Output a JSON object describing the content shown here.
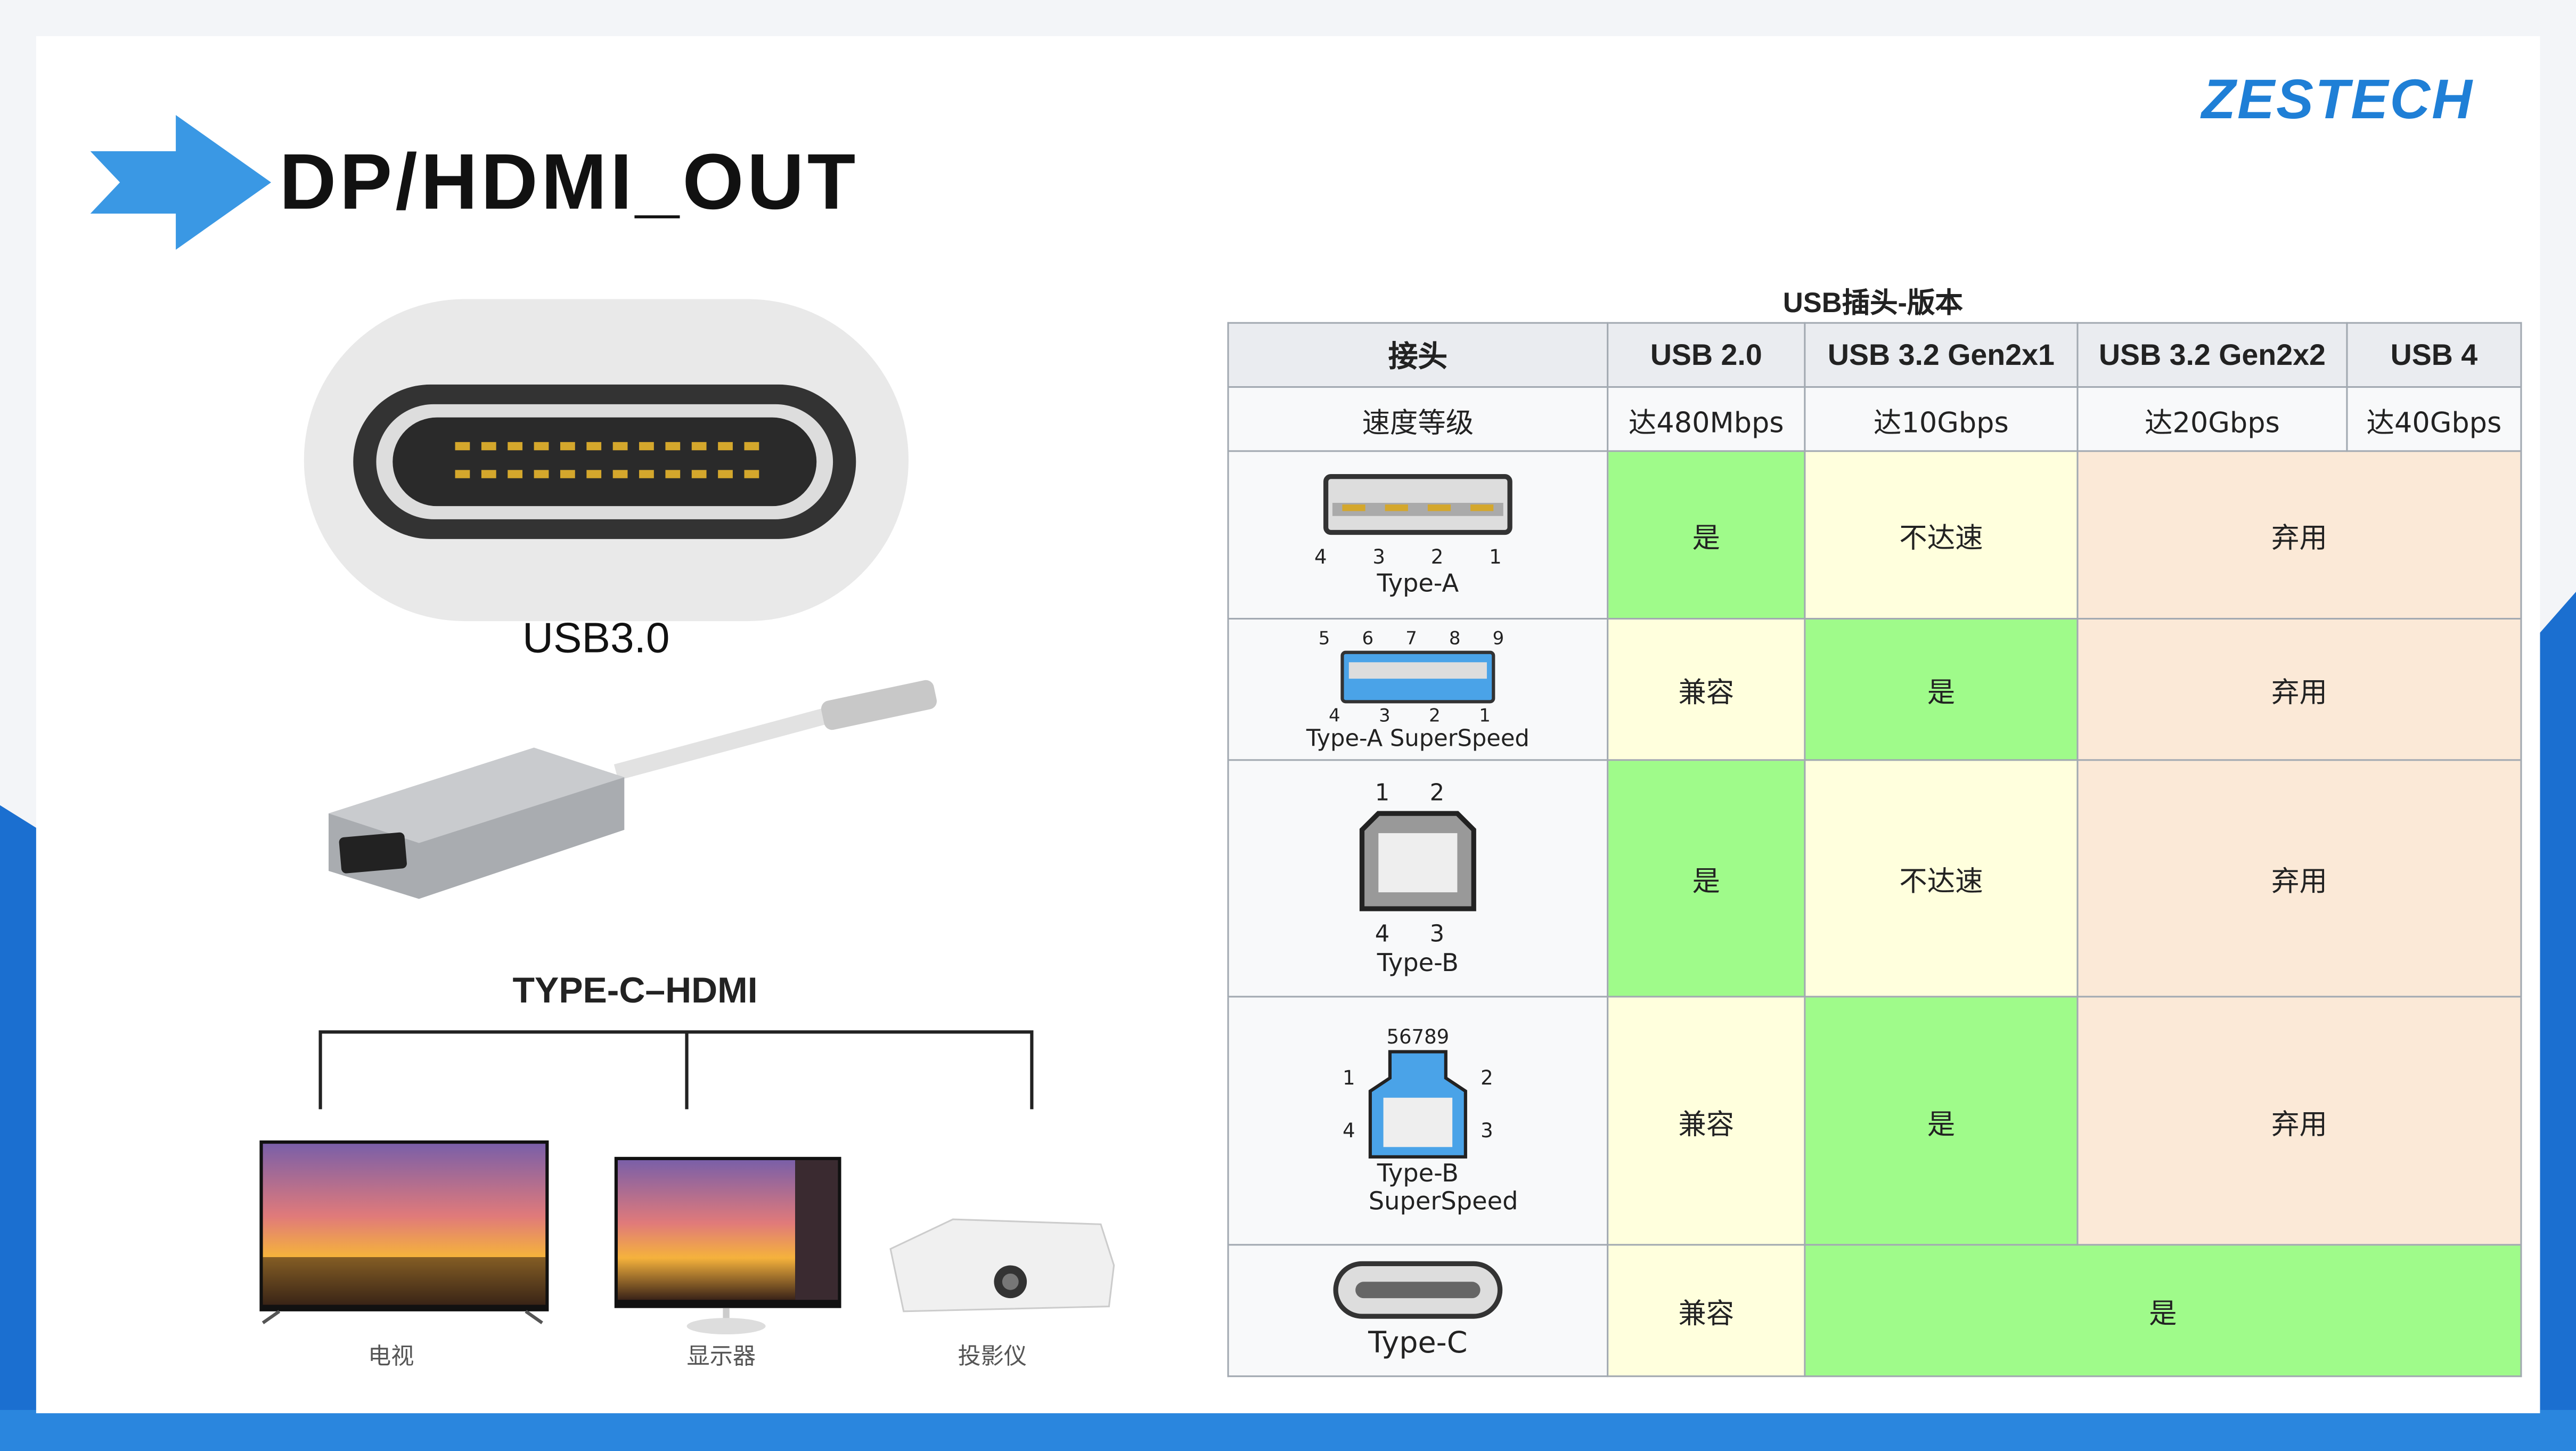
{
  "title": "DP/HDMI_OUT",
  "brand": "ZESTECH",
  "left": {
    "port_label": "USB3.0",
    "diagram_title": "TYPE-C–HDMI",
    "devices": [
      "电视",
      "显示器",
      "投影仪"
    ]
  },
  "table": {
    "caption": "USB插头-版本",
    "headers": [
      "接头",
      "USB 2.0",
      "USB 3.2 Gen2x1",
      "USB 3.2 Gen2x2",
      "USB 4"
    ],
    "speed": [
      "速度等级",
      "达480Mbps",
      "达10Gbps",
      "达20Gbps",
      "达40Gbps"
    ],
    "rows": [
      {
        "name": "Type-A",
        "pins_bottom": "4 3 2 1",
        "cells": [
          "是",
          "不达速",
          "弃用"
        ]
      },
      {
        "name": "Type-A SuperSpeed",
        "pins_top": "5 6 7 8 9",
        "pins_bottom": "4 3 2 1",
        "cells": [
          "兼容",
          "是",
          "弃用"
        ]
      },
      {
        "name": "Type-B",
        "pins_top": "1 2",
        "pins_bottom": "4 3",
        "cells": [
          "是",
          "不达速",
          "弃用"
        ]
      },
      {
        "name": "Type-B SuperSpeed",
        "pins_top": "56789",
        "pins_left": "1 4",
        "pins_right": "2 3",
        "cells": [
          "兼容",
          "是",
          "弃用"
        ]
      },
      {
        "name": "Type-C",
        "cells": [
          "兼容",
          "是"
        ]
      }
    ]
  },
  "colors": {
    "accent": "#2b8fe0",
    "green": "#9ffb8a",
    "yellow": "#ffffdd",
    "peach": "#fbe9d7"
  }
}
